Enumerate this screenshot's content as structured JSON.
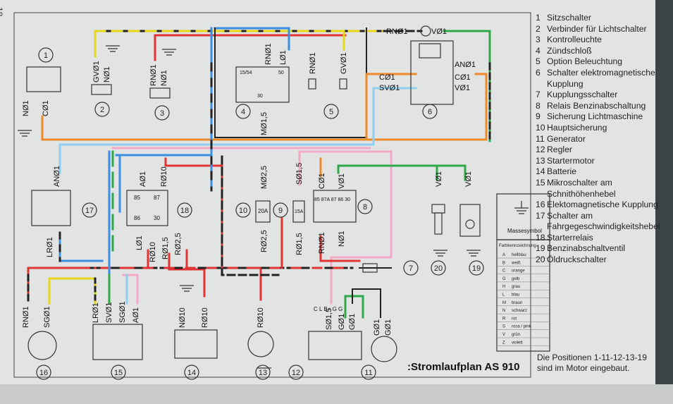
{
  "page_number": "18",
  "title": ":Stromlaufplan AS 910",
  "legend": [
    {
      "n": "1",
      "text": "Sitzschalter"
    },
    {
      "n": "2",
      "text": "Verbinder für Lichtschalter"
    },
    {
      "n": "3",
      "text": "Kontrolleuchte"
    },
    {
      "n": "4",
      "text": "Zündschloß"
    },
    {
      "n": "5",
      "text": "Option Beleuchtung"
    },
    {
      "n": "6",
      "text": "Schalter elektromagnetische Kupplung"
    },
    {
      "n": "7",
      "text": "Kupplungsschalter"
    },
    {
      "n": "8",
      "text": "Relais Benzinabschaltung"
    },
    {
      "n": "9",
      "text": "Sicherung Lichtmaschine"
    },
    {
      "n": "10",
      "text": "Hauptsicherung"
    },
    {
      "n": "11",
      "text": "Generator"
    },
    {
      "n": "12",
      "text": "Regler"
    },
    {
      "n": "13",
      "text": "Startermotor"
    },
    {
      "n": "14",
      "text": "Batterie"
    },
    {
      "n": "15",
      "text": "Mikroschalter am Schnithöhenhebel"
    },
    {
      "n": "16",
      "text": "Elektomagnetische Kupplung"
    },
    {
      "n": "17",
      "text": "Schalter am Fahrgegeschwindigkeitshebel"
    },
    {
      "n": "18",
      "text": "Starterrelais"
    },
    {
      "n": "19",
      "text": "Benzinabschaltventil"
    },
    {
      "n": "20",
      "text": "Öldruckschalter"
    }
  ],
  "footnote": "Die Positionen 1-11-12-13-19 sind im Motor eingebaut.",
  "mass_symbol_label": "Massesymbol",
  "color_key": {
    "title": "Farbkennzeichnung",
    "rows": [
      {
        "code": "A",
        "name": "hellblau"
      },
      {
        "code": "B",
        "name": "weiß"
      },
      {
        "code": "C",
        "name": "orange"
      },
      {
        "code": "G",
        "name": "gelb"
      },
      {
        "code": "H",
        "name": "grau"
      },
      {
        "code": "L",
        "name": "blau"
      },
      {
        "code": "M",
        "name": "braun"
      },
      {
        "code": "N",
        "name": "schwarz"
      },
      {
        "code": "R",
        "name": "rot"
      },
      {
        "code": "S",
        "name": "rosa / pink"
      },
      {
        "code": "V",
        "name": "grün"
      },
      {
        "code": "Z",
        "name": "violett"
      }
    ]
  },
  "components": [
    "1",
    "2",
    "3",
    "4",
    "5",
    "6",
    "7",
    "8",
    "9",
    "10",
    "11",
    "12",
    "13",
    "14",
    "15",
    "16",
    "17",
    "18",
    "19",
    "20"
  ],
  "wire_labels": {
    "c1_left": "NØ1",
    "c1_right": "CØ1",
    "c2_a": "GVØ1",
    "c2_b": "NØ1",
    "c3_a": "RNØ1",
    "c3_b": "NØ1",
    "c4_a": "RNØ1",
    "c4_b": "LØ1",
    "c4_c": "MØ1,5",
    "c5_a": "RNØ1",
    "c5_b": "GVØ1",
    "top_a": "RNØ1",
    "top_b": "VØ1",
    "c6_a": "ANØ1",
    "c6_b": "CØ1",
    "c6_c": "VØ1",
    "c6_d": "CØ1",
    "c6_e": "SVØ1",
    "c17_a": "ANØ1",
    "c17_b": "LRØ1",
    "c18_a": "AØ1",
    "c18_b": "RØ10",
    "c18_c": "LØ1",
    "c18_d": "RØ10",
    "c18_e": "RØ1,5",
    "c18_f": "RØ2,5",
    "c10_a": "MØ2,5",
    "c10_b": "RØ2,5",
    "c9_a": "SØ1,5",
    "c9_b": "RØ1,5",
    "c8_a": "CØ1",
    "c8_b": "VØ1",
    "c8_c": "RNØ1",
    "c8_d": "NØ1",
    "c20": "VØ1",
    "c19": "VØ1",
    "c16_a": "RNØ1",
    "c16_b": "SGØ1",
    "c15_a": "LRØ1",
    "c15_b": "SVØ1",
    "c15_c": "SGØ1",
    "c15_d": "AØ1",
    "c14_a": "NØ10",
    "c14_b": "RØ10",
    "c13": "RØ10",
    "c12_a": "SØ1,5",
    "c12_b": "GØ1",
    "c12_c": "GØ1",
    "c11_a": "GØ1",
    "c11_b": "GØ1",
    "c12_pins": "C L B+ G G",
    "c18_pins_a": "85",
    "c18_pins_b": "87",
    "c18_pins_c": "86",
    "c18_pins_d": "30",
    "c8_pins": "85 87A 87 86 30",
    "c10_fuse": "20A",
    "c9_fuse": "15A",
    "c4_pins_a": "15/54",
    "c4_pins_b": "50",
    "c4_pins_c": "30"
  }
}
